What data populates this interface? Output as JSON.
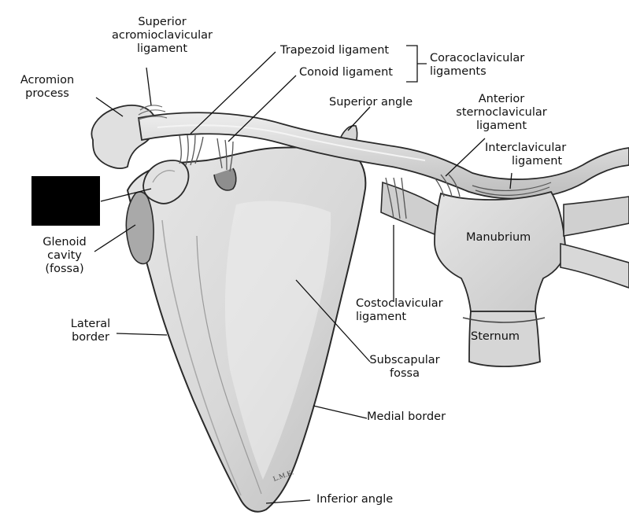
{
  "colors": {
    "bone_fill": "#dcdcdc",
    "bone_light": "#ececec",
    "bone_shadow": "#8a8a8a",
    "outline": "#2a2a2a",
    "leader_line": "#111111",
    "redaction_box": "#000000"
  },
  "labels": {
    "superior_acromioclavicular_ligament": [
      "Superior",
      "acromioclavicular",
      "ligament"
    ],
    "acromion_process": [
      "Acromion",
      "process"
    ],
    "trapezoid_ligament": "Trapezoid ligament",
    "conoid_ligament": "Conoid ligament",
    "coracoclavicular_ligaments": [
      "Coracoclavicular",
      "ligaments"
    ],
    "superior_angle": "Superior angle",
    "anterior_sternoclavicular_ligament": [
      "Anterior",
      "sternoclavicular",
      "ligament"
    ],
    "interclavicular_ligament": [
      "Interclavicular",
      "ligament"
    ],
    "glenoid_cavity": [
      "Glenoid",
      "cavity",
      "(fossa)"
    ],
    "manubrium": "Manubrium",
    "costoclavicular_ligament": [
      "Costoclavicular",
      "ligament"
    ],
    "lateral_border": [
      "Lateral",
      "border"
    ],
    "sternum": "Sternum",
    "subscapular_fossa": [
      "Subscapular",
      "fossa"
    ],
    "medial_border": "Medial border",
    "inferior_angle": "Inferior angle",
    "artist_initials": "L.M.K."
  }
}
